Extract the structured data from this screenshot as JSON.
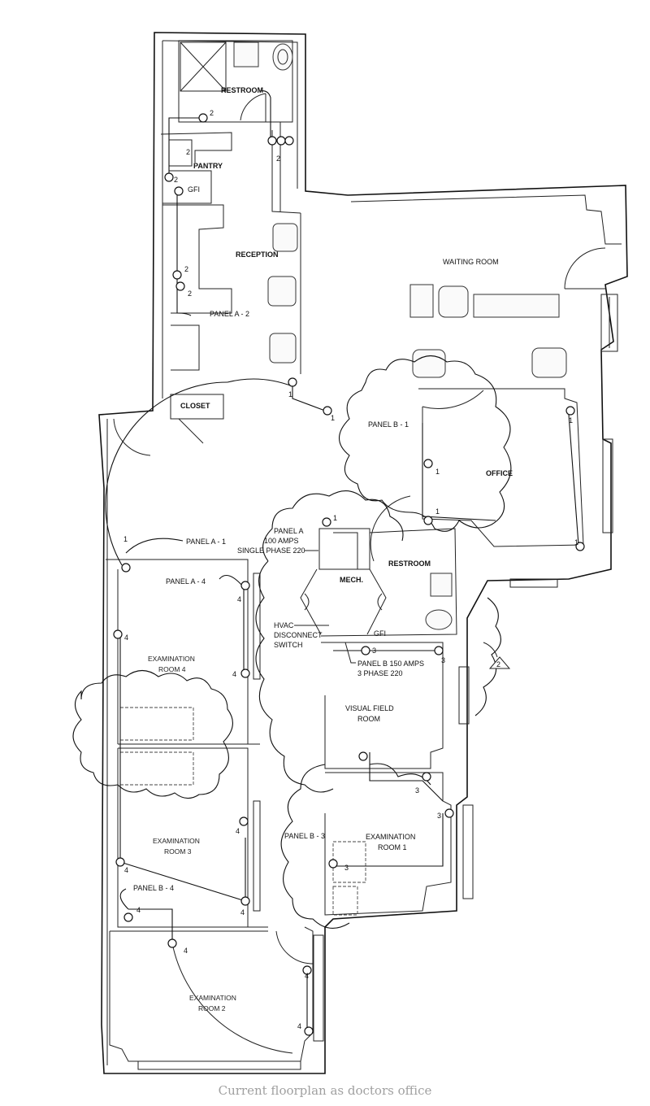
{
  "title": "Current floorplan as doctors office",
  "colors": {
    "line": "#111111",
    "caption": "#a0a0a0",
    "background": "#ffffff"
  },
  "rooms": {
    "restroom_top": "RESTROOM",
    "pantry": "PANTRY",
    "reception": "RECEPTION",
    "closet": "CLOSET",
    "waiting_room": "WAITING ROOM",
    "office": "OFFICE",
    "restroom_mid": "RESTROOM",
    "mech": "MECH.",
    "visual_field_1": "VISUAL FIELD",
    "visual_field_2": "ROOM",
    "exam4_1": "EXAMINATION",
    "exam4_2": "ROOM 4",
    "exam3_1": "EXAMINATION",
    "exam3_2": "ROOM 3",
    "exam1_1": "EXAMINATION",
    "exam1_2": "ROOM 1",
    "exam2_1": "EXAMINATION",
    "exam2_2": "ROOM 2"
  },
  "annotations": {
    "panel_a2": "PANEL A - 2",
    "panel_a1": "PANEL A - 1",
    "panel_a4": "PANEL A - 4",
    "panel_b1": "PANEL B - 1",
    "panel_b3": "PANEL B - 3",
    "panel_b4": "PANEL B - 4",
    "panel_a_1": "PANEL A",
    "panel_a_2": "100 AMPS",
    "panel_a_3": "SINGLE PHASE 220",
    "panel_b_1": "PANEL B 150 AMPS",
    "panel_b_2": "3 PHASE 220",
    "hvac_1": "HVAC",
    "hvac_2": "DISCONNECT",
    "hvac_3": "SWITCH",
    "gfi_top": "GFI",
    "gfi_mid": "GFI",
    "revision": "2"
  },
  "circuits": {
    "c1": "1",
    "c2": "2",
    "c3": "3",
    "c4": "4"
  }
}
